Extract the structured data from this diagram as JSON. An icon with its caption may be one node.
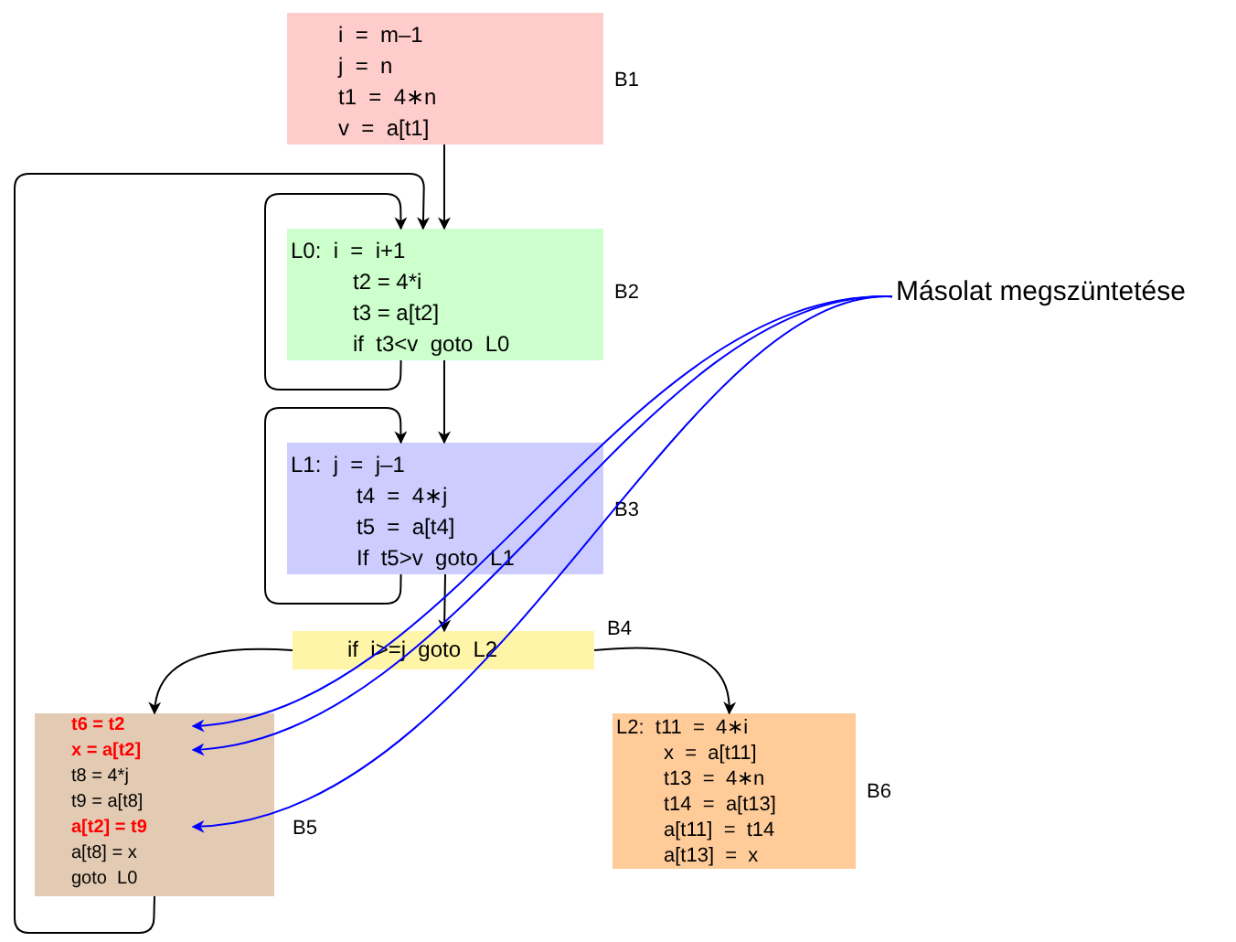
{
  "diagram": {
    "nodes": [
      {
        "text": [
          "i  =  m–1",
          "j  =  n",
          "t1  =  4∗n",
          "v  =  a[t1]"
        ],
        "beside": [
          "B1"
        ]
      },
      {
        "text": [
          "L0:  i  =  i+1",
          "t2 = 4*i",
          "t3 = a[t2]",
          "if  t3<v  goto  L0"
        ],
        "beside": [
          "B2"
        ]
      },
      {
        "text": [
          "L1:  j  =  j–1",
          "t4  =  4∗j",
          "t5  =  a[t4]",
          "If  t5>v  goto  L1"
        ],
        "beside": [
          "B3"
        ]
      },
      {
        "text": [
          "if  i>=j  goto  L2"
        ],
        "beside": [
          "B4"
        ]
      },
      {
        "text": [
          "t6 = t2",
          "x = a[t2]",
          "t8 = 4*j",
          "t9 = a[t8]",
          "a[t2] = t9",
          "a[t8] = x",
          "goto  L0"
        ],
        "beside": [
          "B5"
        ]
      },
      {
        "text": [
          "L2:  t11  =  4∗i",
          "x  =  a[t11]",
          "t13  =  4∗n",
          "t14  =  a[t13]",
          "a[t11]  =  t14",
          "a[t13]  =  x"
        ],
        "beside": [
          "B6"
        ]
      },
      {
        "text": [
          "Másolat megszüntetése"
        ]
      }
    ],
    "edges": [
      {
        "from": 0,
        "to": 1,
        "arrow": "to"
      },
      {
        "from": 1,
        "to": 1,
        "arrow": "to"
      },
      {
        "from": 1,
        "to": 2,
        "arrow": "to"
      },
      {
        "from": 2,
        "to": 2,
        "arrow": "to"
      },
      {
        "from": 2,
        "to": 3,
        "arrow": "to"
      },
      {
        "from": 3,
        "to": 4,
        "arrow": "to"
      },
      {
        "from": 3,
        "to": 5,
        "arrow": "to"
      },
      {
        "from": 4,
        "to": 1,
        "arrow": "to"
      },
      {
        "from": 6,
        "to": 4,
        "arrow": "to",
        "color": "#0000ff"
      },
      {
        "from": 6,
        "to": 4,
        "arrow": "to",
        "color": "#0000ff"
      },
      {
        "from": 6,
        "to": 4,
        "arrow": "to",
        "color": "#0000ff"
      }
    ]
  }
}
